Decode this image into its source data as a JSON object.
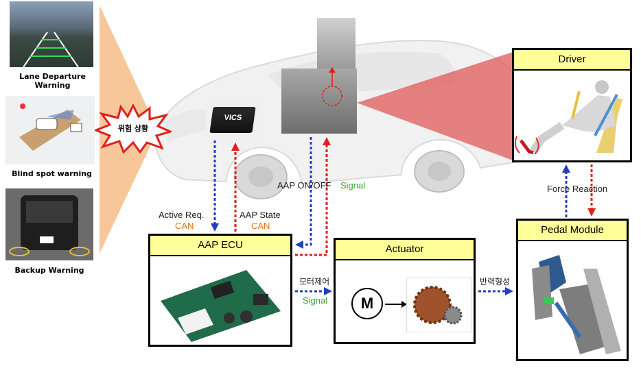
{
  "left_panel": {
    "captions": [
      "Lane Departure Warning",
      "Blind spot warning",
      "Backup Warning"
    ]
  },
  "danger_burst": {
    "label": "위험 상황"
  },
  "vics": {
    "label": "VICS"
  },
  "driver": {
    "title": "Driver"
  },
  "pedal_module": {
    "title": "Pedal  Module"
  },
  "ecu": {
    "title": "AAP  ECU"
  },
  "actuator": {
    "title": "Actuator",
    "motor_label": "M"
  },
  "labels": {
    "active_req": "Active Req.",
    "active_req_bus": "CAN",
    "aap_state": "AAP  State",
    "aap_state_bus": "CAN",
    "aap_onoff": "AAP  ON/OFF",
    "aap_onoff_signal": "Signal",
    "force_reaction": "Force  Reaction",
    "motor_control": "모터제어",
    "motor_control_signal": "Signal",
    "reaction_forming": "반력형성"
  },
  "colors": {
    "blue_arrow": "#1f3fbf",
    "red_arrow": "#e0201a",
    "title_fill": "#ffff99",
    "cone_fill": "#f7c79a",
    "driver_cone": "#e05a5a"
  }
}
